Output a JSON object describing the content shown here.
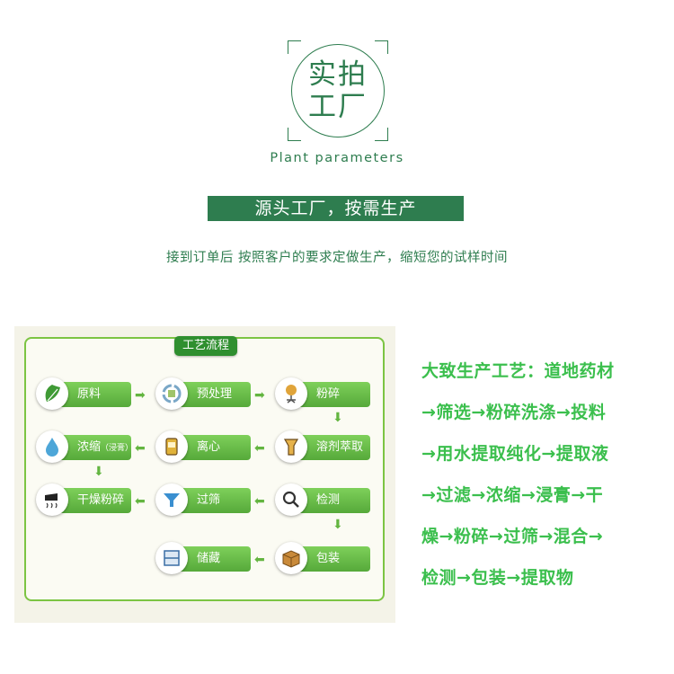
{
  "header": {
    "badge_line1": "实拍",
    "badge_line2": "工厂",
    "subtitle": "Plant parameters"
  },
  "banner": "源头工厂，按需生产",
  "description": "接到订单后 按照客户的要求定做生产，缩短您的试样时间",
  "flowchart": {
    "title": "工艺流程",
    "steps": {
      "raw": "原料",
      "pre": "预处理",
      "grind": "粉碎",
      "conc": "浓缩",
      "conc_note": "（浸膏）",
      "centri": "离心",
      "extract": "溶剂萃取",
      "dry": "干燥粉碎",
      "sieve": "过筛",
      "test": "检测",
      "store": "储藏",
      "pack": "包装"
    }
  },
  "process_text": {
    "lines": [
      "大致生产工艺：道地药材",
      "→筛选→粉碎洗涤→投料",
      "→用水提取纯化→提取液",
      "→过滤→浓缩→浸膏→干",
      "燥→粉碎→过筛→混合→",
      "检测→包装→提取物"
    ]
  },
  "colors": {
    "brand_green": "#2e7d4f",
    "text_green": "#3bbf4d",
    "step_green": "#6cbf48"
  }
}
